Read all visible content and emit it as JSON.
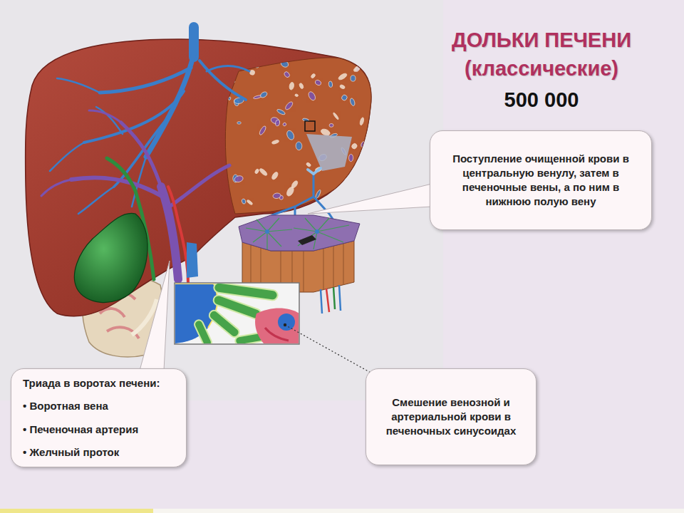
{
  "diagram": {
    "title": "ДОЛЬКИ ПЕЧЕНИ (классические)",
    "nodes": [
      {
        "text": [
          "Поступление очищенной крови в центральную венулу, затем в печеночные вены, а по ним в нижнюю полую вену"
        ]
      },
      {
        "text": [
          "Триада в воротах печени:",
          "• Воротная вена",
          "• Печеночная артерия",
          "• Желчный проток"
        ]
      },
      {
        "text": [
          "Смешение венозной и артериальной крови в печеночных синусоидах"
        ]
      }
    ],
    "labels": [
      "500 000"
    ]
  }
}
